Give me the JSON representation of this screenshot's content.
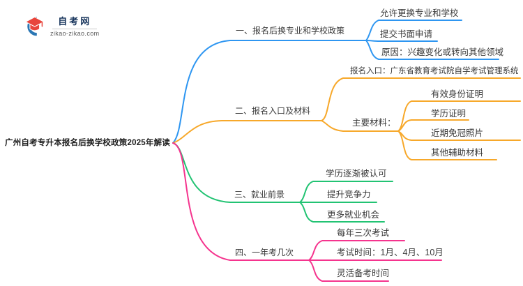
{
  "logo": {
    "title": "自考网",
    "domain": "zikao-zikao.com"
  },
  "root": {
    "label": "广州自考专升本报名后换学校政策2025年解读"
  },
  "colors": {
    "branch1": "#2E96F1",
    "branch2": "#F7A82A",
    "bran3_note": "",
    "branch3": "#22C373",
    "branch4": "#F5348E",
    "logo_navy": "#16335b",
    "logo_red": "#E8453C",
    "logo_blue": "#2B77B4",
    "text": "#3a3a3a"
  },
  "branches": [
    {
      "label": "一、报名后换专业和学校政策",
      "children": [
        {
          "label": "允许更换专业和学校"
        },
        {
          "label": "提交书面申请"
        },
        {
          "label": "原因：兴趣变化或转向其他领域"
        }
      ]
    },
    {
      "label": "二、报名入口及材料",
      "children": [
        {
          "label": "报名入口：广东省教育考试院自学考试管理系统"
        },
        {
          "label": "主要材料：",
          "children": [
            {
              "label": "有效身份证明"
            },
            {
              "label": "学历证明"
            },
            {
              "label": "近期免冠照片"
            },
            {
              "label": "其他辅助材料"
            }
          ]
        }
      ]
    },
    {
      "label": "三、就业前景",
      "children": [
        {
          "label": "学历逐渐被认可"
        },
        {
          "label": "提升竞争力"
        },
        {
          "label": "更多就业机会"
        }
      ]
    },
    {
      "label": "四、一年考几次",
      "children": [
        {
          "label": "每年三次考试"
        },
        {
          "label": "考试时间：1月、4月、10月"
        },
        {
          "label": "灵活备考时间"
        }
      ]
    }
  ]
}
